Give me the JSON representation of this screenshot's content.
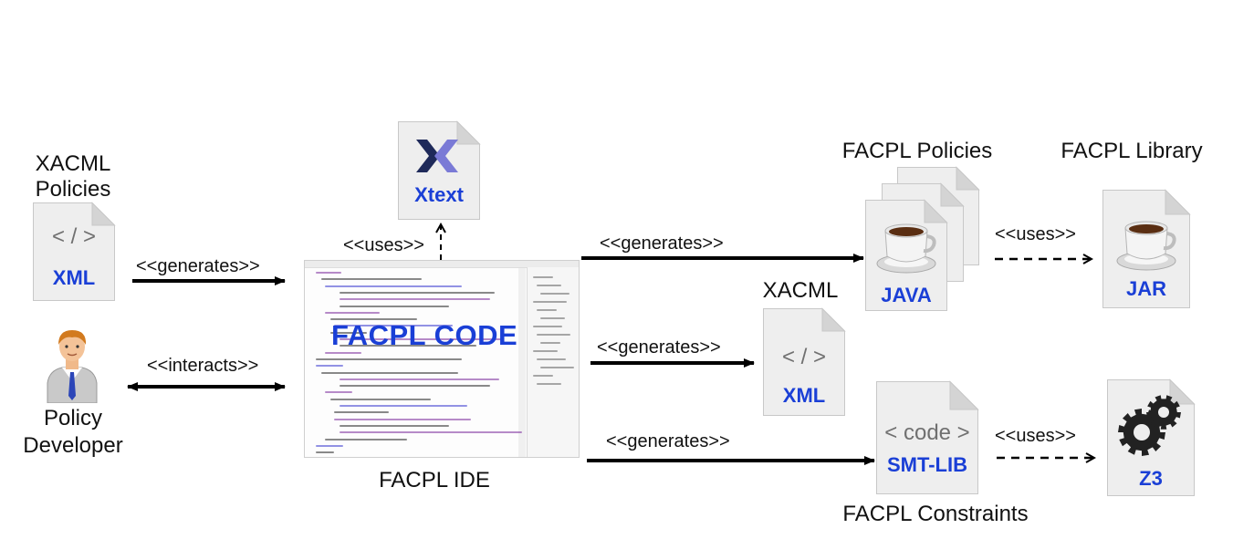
{
  "xacml_in": {
    "title_line1": "XACML",
    "title_line2": "Policies",
    "code": "< / >",
    "tag": "XML"
  },
  "developer": {
    "label_line1": "Policy",
    "label_line2": "Developer"
  },
  "edges": {
    "generates_in": "<<generates>>",
    "interacts": "<<interacts>>",
    "uses_xtext": "<<uses>>",
    "generates_java": "<<generates>>",
    "generates_xml": "<<generates>>",
    "generates_smt": "<<generates>>",
    "uses_jar": "<<uses>>",
    "uses_z3": "<<uses>>"
  },
  "xtext": {
    "tag": "Xtext"
  },
  "ide": {
    "overlay": "FACPL CODE",
    "caption": "FACPL IDE"
  },
  "java": {
    "title": "FACPL Policies",
    "tag": "JAVA"
  },
  "jar": {
    "title": "FACPL Library",
    "tag": "JAR"
  },
  "xacml_out": {
    "title": "XACML",
    "code": "< / >",
    "tag": "XML"
  },
  "smt": {
    "code": "< code >",
    "tag": "SMT-LIB",
    "caption": "FACPL Constraints"
  },
  "z3": {
    "tag": "Z3"
  },
  "colors": {
    "accent": "#1a3fd6",
    "doc_fill": "#eeeeee",
    "doc_stroke": "#c8c8c8"
  }
}
